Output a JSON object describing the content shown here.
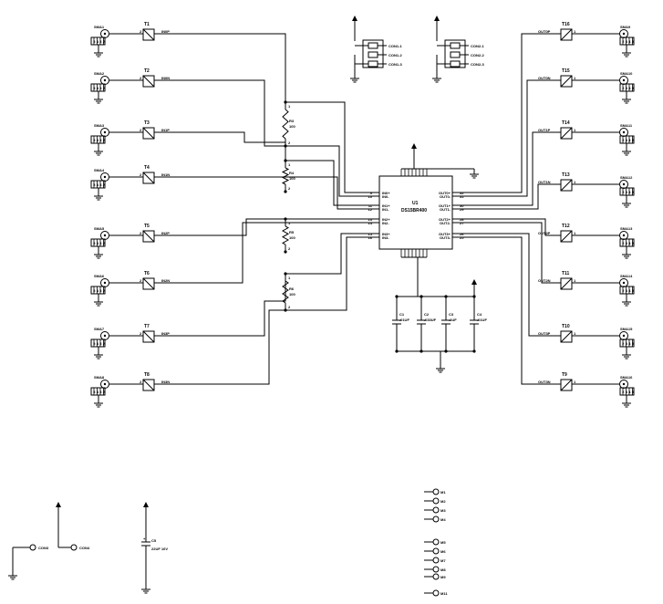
{
  "ic": {
    "ref": "U1",
    "part": "DS15BR400",
    "pins_left": [
      {
        "num": "9",
        "name": "IN0+"
      },
      {
        "num": "10",
        "name": "IN0-"
      },
      {
        "num": "11",
        "name": "IN1+"
      },
      {
        "num": "12",
        "name": "IN1-"
      },
      {
        "num": "13",
        "name": "IN2+"
      },
      {
        "num": "14",
        "name": "IN2-"
      },
      {
        "num": "15",
        "name": "IN3+"
      },
      {
        "num": "16",
        "name": "IN3-"
      }
    ],
    "pins_right": [
      {
        "num": "32",
        "name": "OUT0+"
      },
      {
        "num": "31",
        "name": "OUT0-"
      },
      {
        "num": "30",
        "name": "OUT1+"
      },
      {
        "num": "29",
        "name": "OUT1-"
      },
      {
        "num": "28",
        "name": "OUT2+"
      },
      {
        "num": "27",
        "name": "OUT2-"
      },
      {
        "num": "26",
        "name": "OUT3+"
      },
      {
        "num": "25",
        "name": "OUT3-"
      }
    ]
  },
  "left_connectors": [
    {
      "sma": "SMA1",
      "tp": "T1",
      "net": "IN0P"
    },
    {
      "sma": "SMA2",
      "tp": "T2",
      "net": "IN0N"
    },
    {
      "sma": "SMA3",
      "tp": "T3",
      "net": "IN1P"
    },
    {
      "sma": "SMA4",
      "tp": "T4",
      "net": "IN1N"
    },
    {
      "sma": "SMA5",
      "tp": "T5",
      "net": "IN2P"
    },
    {
      "sma": "SMA6",
      "tp": "T6",
      "net": "IN2N"
    },
    {
      "sma": "SMA7",
      "tp": "T7",
      "net": "IN3P"
    },
    {
      "sma": "SMA8",
      "tp": "T8",
      "net": "IN3N"
    }
  ],
  "right_connectors": [
    {
      "sma": "SMA9",
      "tp": "T16",
      "net": "OUT0P"
    },
    {
      "sma": "SMA10",
      "tp": "T15",
      "net": "OUT0N"
    },
    {
      "sma": "SMA11",
      "tp": "T14",
      "net": "OUT1P"
    },
    {
      "sma": "SMA12",
      "tp": "T13",
      "net": "OUT1N"
    },
    {
      "sma": "SMA13",
      "tp": "T12",
      "net": "OUT2P"
    },
    {
      "sma": "SMA14",
      "tp": "T11",
      "net": "OUT2N"
    },
    {
      "sma": "SMA15",
      "tp": "T10",
      "net": "OUT3P"
    },
    {
      "sma": "SMA16",
      "tp": "T9",
      "net": "OUT3N"
    }
  ],
  "sma_pins": [
    "5",
    "4",
    "3",
    "2"
  ],
  "resistors": [
    {
      "ref": "R3",
      "value": "100"
    },
    {
      "ref": "R4",
      "value": "100"
    },
    {
      "ref": "R5",
      "value": "100"
    },
    {
      "ref": "R6",
      "value": "100"
    }
  ],
  "res_pins": [
    "1",
    "2"
  ],
  "caps": [
    {
      "ref": "C1",
      "value": ".01UF"
    },
    {
      "ref": "C2",
      "value": ".033UF"
    },
    {
      "ref": "C3",
      "value": ".1UF"
    },
    {
      "ref": "C4",
      "value": ".01UF"
    }
  ],
  "cap_bulk": {
    "ref": "C5",
    "value": "22UF 16V"
  },
  "headers": [
    {
      "pins": [
        "CON1-1",
        "CON1-2",
        "CON1-3"
      ]
    },
    {
      "pins": [
        "CON2-1",
        "CON2-2",
        "CON2-3"
      ]
    }
  ],
  "con3": "CON3",
  "con4": "CON4",
  "mounting_holes": [
    "M1",
    "M2",
    "M3",
    "M4",
    "M5",
    "M6",
    "M7",
    "M8",
    "M9",
    "M11"
  ]
}
